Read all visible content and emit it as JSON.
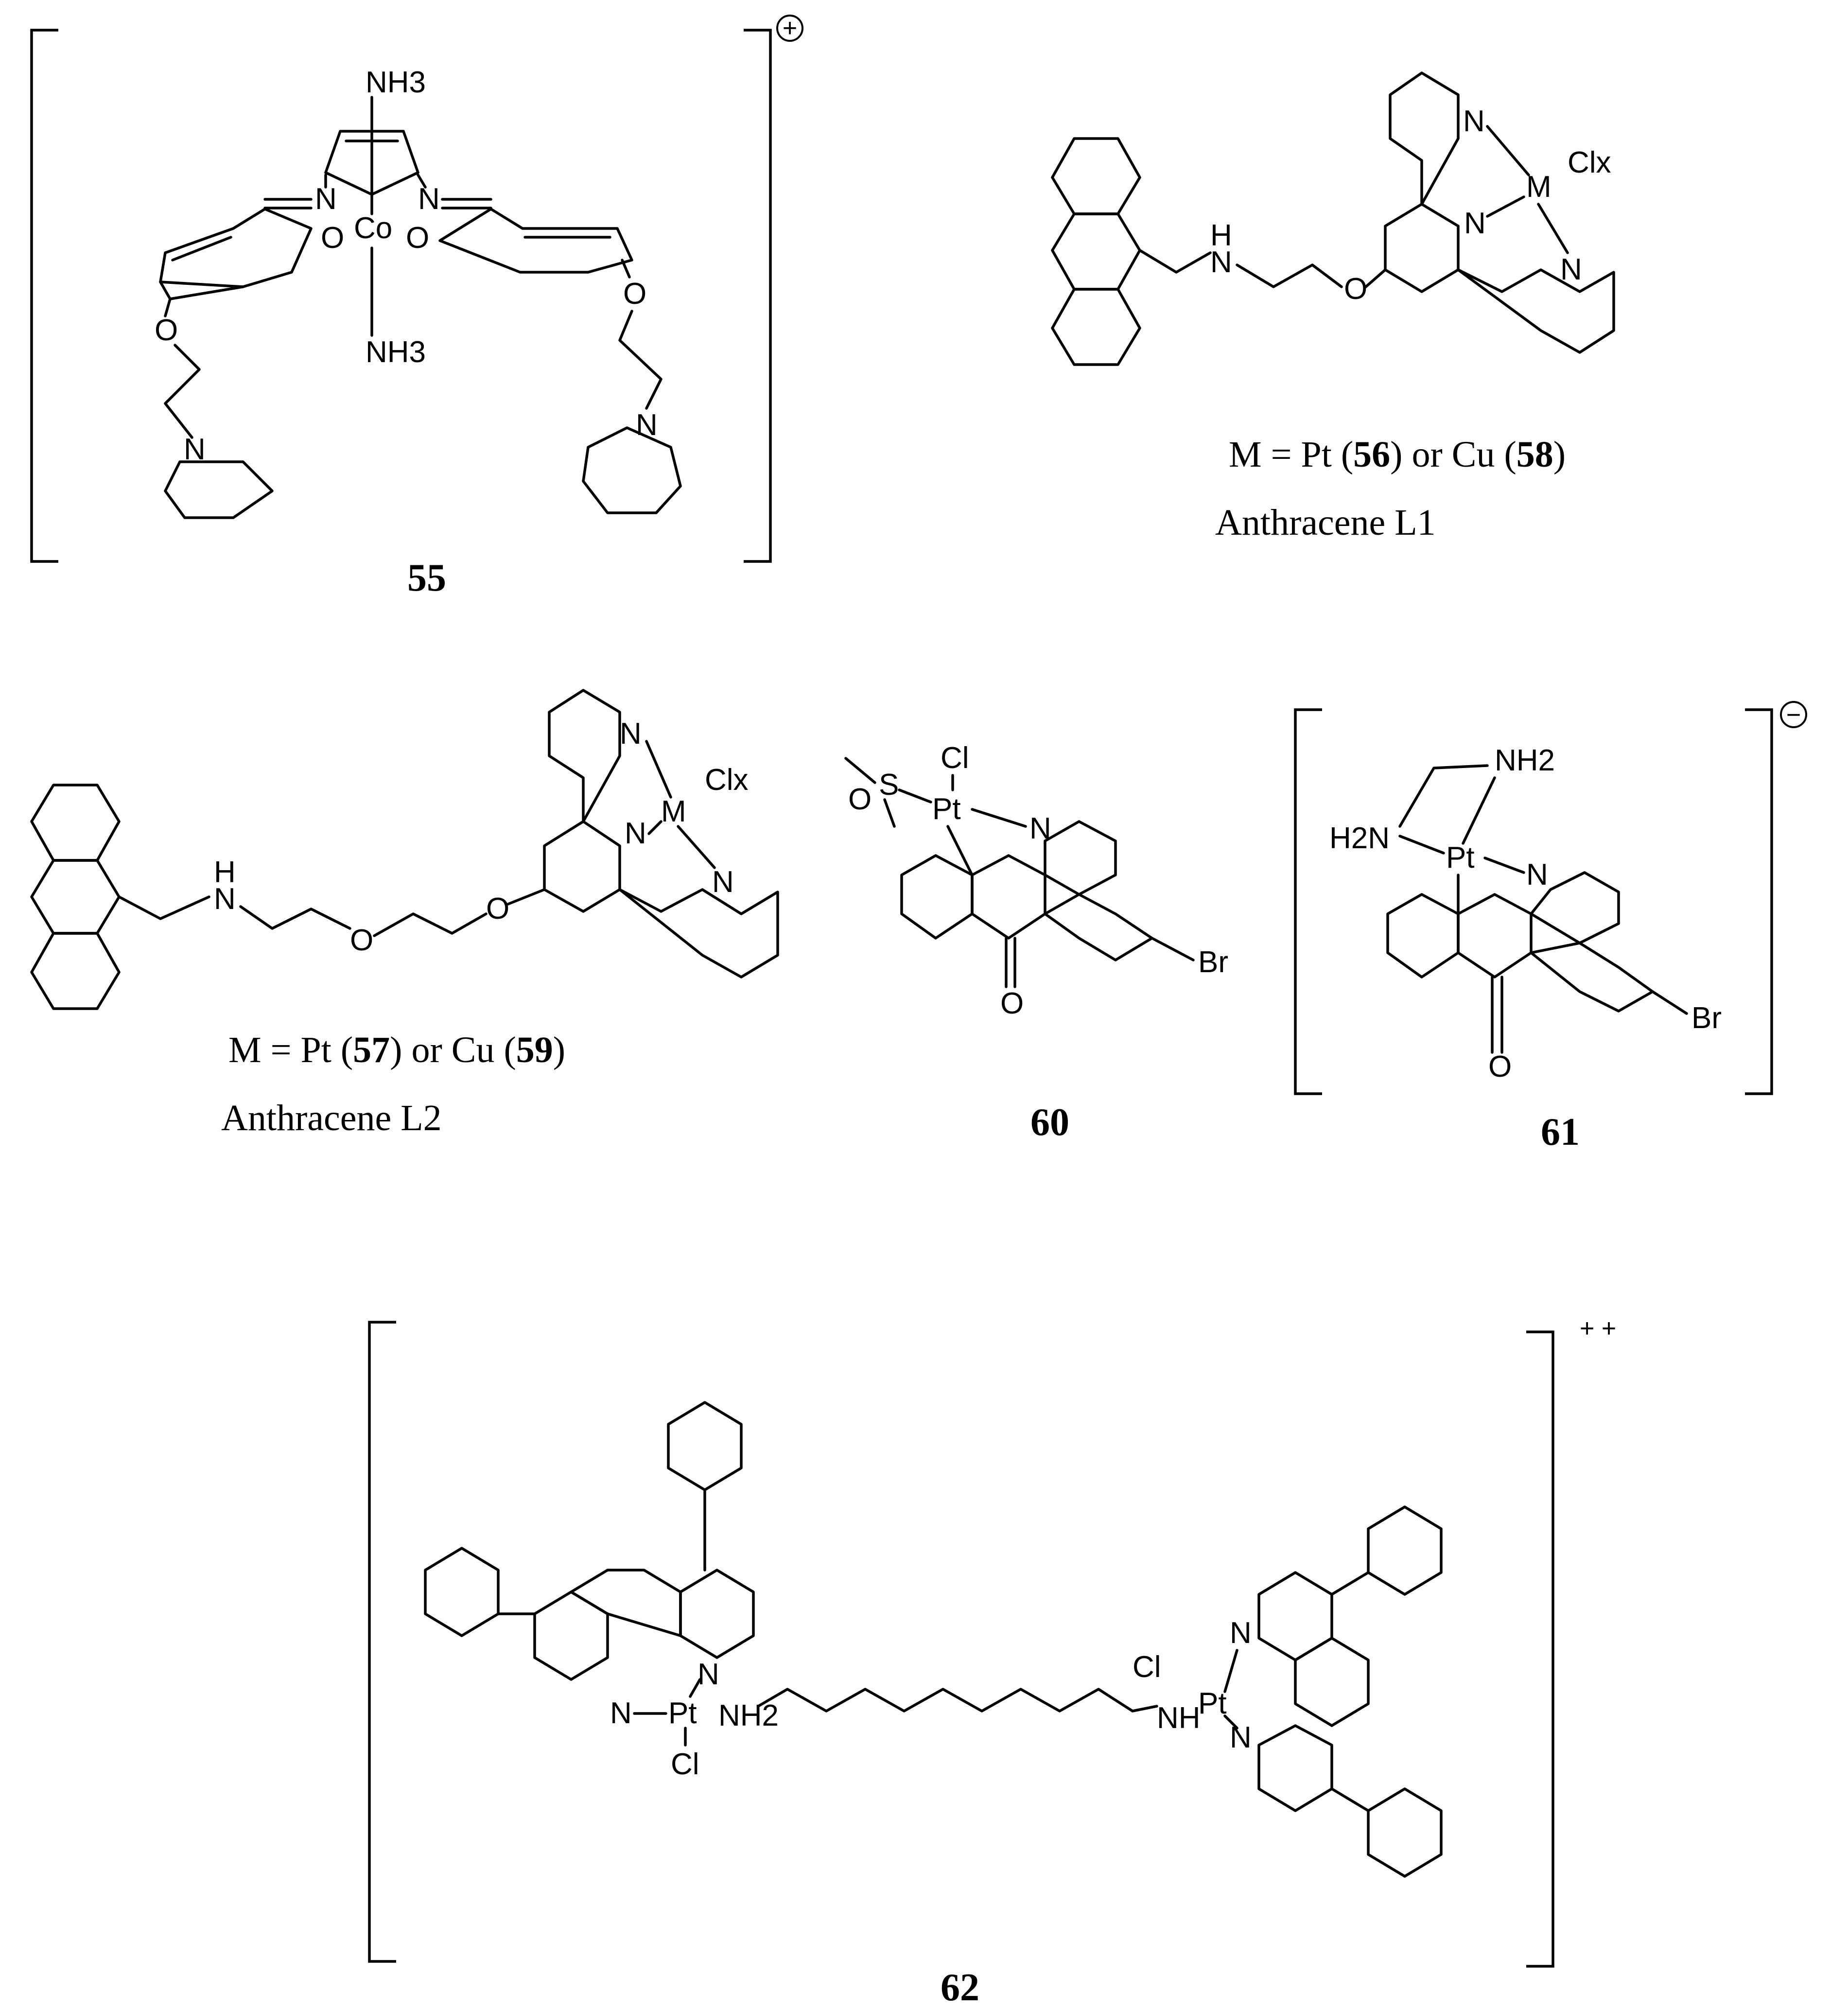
{
  "compounds": {
    "c55": {
      "label": "55",
      "charge": "+",
      "atoms": {
        "nh3_top": "NH3",
        "nh3_bottom": "NH3",
        "co": "Co",
        "n_left": "N",
        "n_right": "N",
        "o_left": "O",
        "o_right": "O",
        "o_ether_left": "O",
        "o_ether_right": "O",
        "n_pip_left": "N",
        "n_pip_right": "N"
      }
    },
    "c56_58": {
      "caption": "M = Pt (56) or Cu (58)",
      "caption_parts": [
        "M = Pt (",
        "56",
        ") or Cu (",
        "58",
        ")"
      ],
      "name": "Anthracene L1",
      "atoms": {
        "m": "M",
        "clx": "Clx",
        "n1": "N",
        "n2": "N",
        "n3": "N",
        "nh_h": "H",
        "nh_n": "N",
        "o": "O"
      }
    },
    "c57_59": {
      "caption": "M = Pt (57) or Cu (59)",
      "caption_parts": [
        "M = Pt (",
        "57",
        ") or Cu (",
        "59",
        ")"
      ],
      "name": "Anthracene L2",
      "atoms": {
        "m": "M",
        "clx": "Clx",
        "n1": "N",
        "n2": "N",
        "n3": "N",
        "nh_h": "H",
        "nh_n": "N",
        "o1": "O",
        "o2": "O"
      }
    },
    "c60": {
      "label": "60",
      "atoms": {
        "cl": "Cl",
        "pt": "Pt",
        "s": "S",
        "o_s": "O",
        "n": "N",
        "o": "O",
        "br": "Br"
      }
    },
    "c61": {
      "label": "61",
      "charge": "−",
      "atoms": {
        "nh2_top": "NH2",
        "h2n": "H2N",
        "pt": "Pt",
        "n": "N",
        "o": "O",
        "br": "Br"
      }
    },
    "c62": {
      "label": "62",
      "charge": "+ +",
      "atoms": {
        "n1": "N",
        "n2": "N",
        "pt_left": "Pt",
        "cl_left": "Cl",
        "nh2": "NH2",
        "n3": "N",
        "n4": "N",
        "pt_right": "Pt",
        "cl_right": "Cl",
        "nh": "NH"
      }
    }
  }
}
